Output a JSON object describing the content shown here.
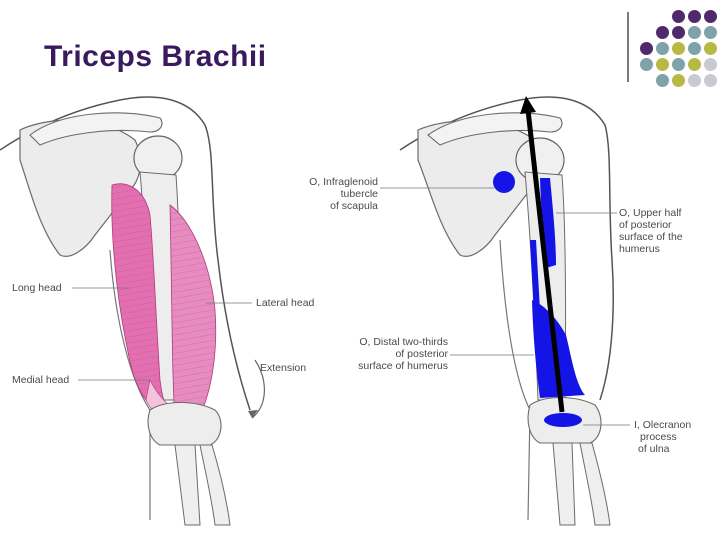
{
  "title": "Triceps Brachii",
  "decoration": {
    "dot_colors": {
      "purple": "#4e2a6a",
      "teal": "#7ea3a8",
      "olive": "#b7b845",
      "gray": "#c9c9d2"
    },
    "dot_rows": [
      [
        "purple",
        "purple",
        "purple"
      ],
      [
        "purple",
        "purple",
        "teal",
        "teal"
      ],
      [
        "purple",
        "teal",
        "olive",
        "teal",
        "olive"
      ],
      [
        "teal",
        "olive",
        "teal",
        "olive",
        "gray"
      ],
      [
        "teal",
        "olive",
        "gray",
        "gray"
      ]
    ]
  },
  "left_figure": {
    "labels": {
      "long_head": "Long head",
      "medial_head": "Medial head",
      "lateral_head": "Lateral head",
      "extension": "Extension"
    },
    "muscle_color": "#e26fb0"
  },
  "right_figure": {
    "labels": {
      "origin_infraglenoid": [
        "O, Infraglenoid",
        "tubercle",
        "of scapula"
      ],
      "origin_upper_half": [
        "O, Upper half",
        "of posterior",
        "surface of the",
        "humerus"
      ],
      "origin_distal": [
        "O, Distal two-thirds",
        "of posterior",
        "surface of humerus"
      ],
      "insertion_olecranon": [
        "I, Olecranon",
        "process",
        "of ulna"
      ]
    },
    "attachment_color": "#1414e6",
    "arrow_color": "#000000"
  }
}
